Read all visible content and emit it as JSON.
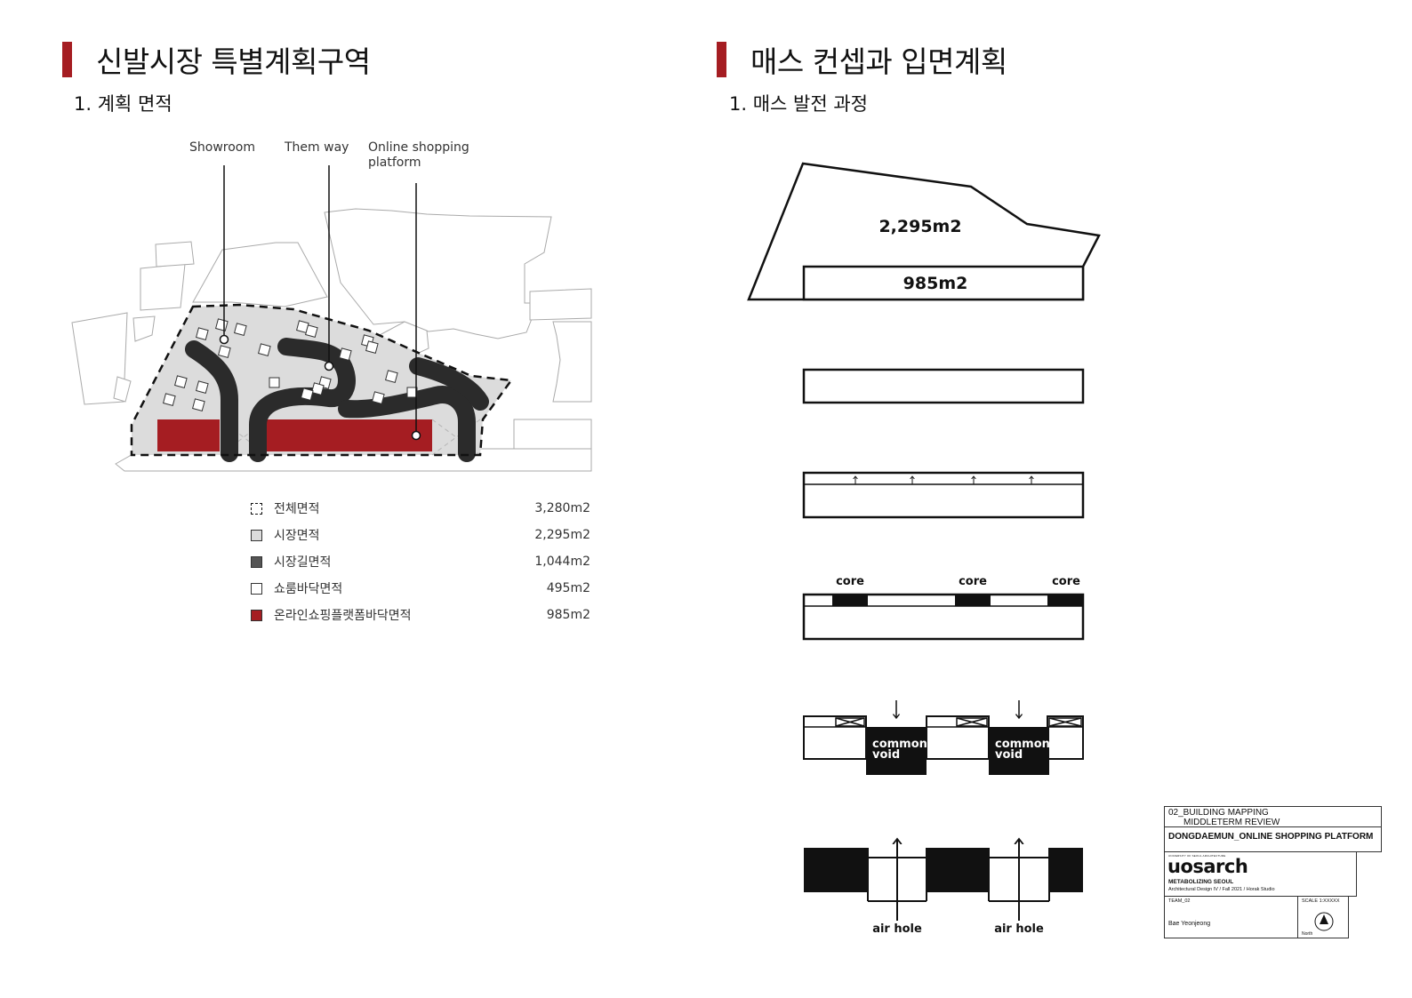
{
  "colors": {
    "accent_red": "#a51d22",
    "market_gray": "#dcdcdc",
    "road_dark": "#2b2b2b"
  },
  "left": {
    "title": "신발시장 특별계획구역",
    "subtitle": "1. 계획 면적",
    "callouts": {
      "showroom": "Showroom",
      "them_way": "Them way",
      "online_l1": "Online shopping",
      "online_l2": "platform"
    },
    "legend": [
      {
        "name": "전체면적",
        "value": "3,280m2",
        "swatch": "dashed"
      },
      {
        "name": "시장면적",
        "value": "2,295m2",
        "swatch": "light-gray"
      },
      {
        "name": "시장길면적",
        "value": "1,044m2",
        "swatch": "dark-gray"
      },
      {
        "name": "쇼룸바닥면적",
        "value": "495m2",
        "swatch": "white"
      },
      {
        "name": "온라인쇼핑플랫폼바닥면적",
        "value": "985m2",
        "swatch": "red"
      }
    ]
  },
  "right": {
    "title": "매스 컨셉과 입면계획",
    "subtitle": "1. 매스 발전 과정",
    "site_area": "2,295m2",
    "mass_area": "985m2",
    "core_labels": [
      "core",
      "core",
      "core"
    ],
    "void_labels": [
      [
        "common",
        "void"
      ],
      [
        "common",
        "void"
      ]
    ],
    "air_labels": [
      "air hole",
      "air hole"
    ]
  },
  "titleblock": {
    "line1": "02_BUILDING MAPPING",
    "line2": "MIDDLETERM REVIEW",
    "project": "DONGDAEMUN_ONLINE SHOPPING PLATFORM",
    "logo_small": "UNIVERSITY OF SEOUL ARCHITECTURE",
    "logo": "uosarch",
    "studio_title": "METABOLIZING SEOUL",
    "course": "Architectural Design IV / Fall 2021 / Horak Studio",
    "team": "TEAM_02",
    "scale": "SCALE 1:XXXXX",
    "author": "Bae Yeonjeong",
    "north": "North"
  }
}
